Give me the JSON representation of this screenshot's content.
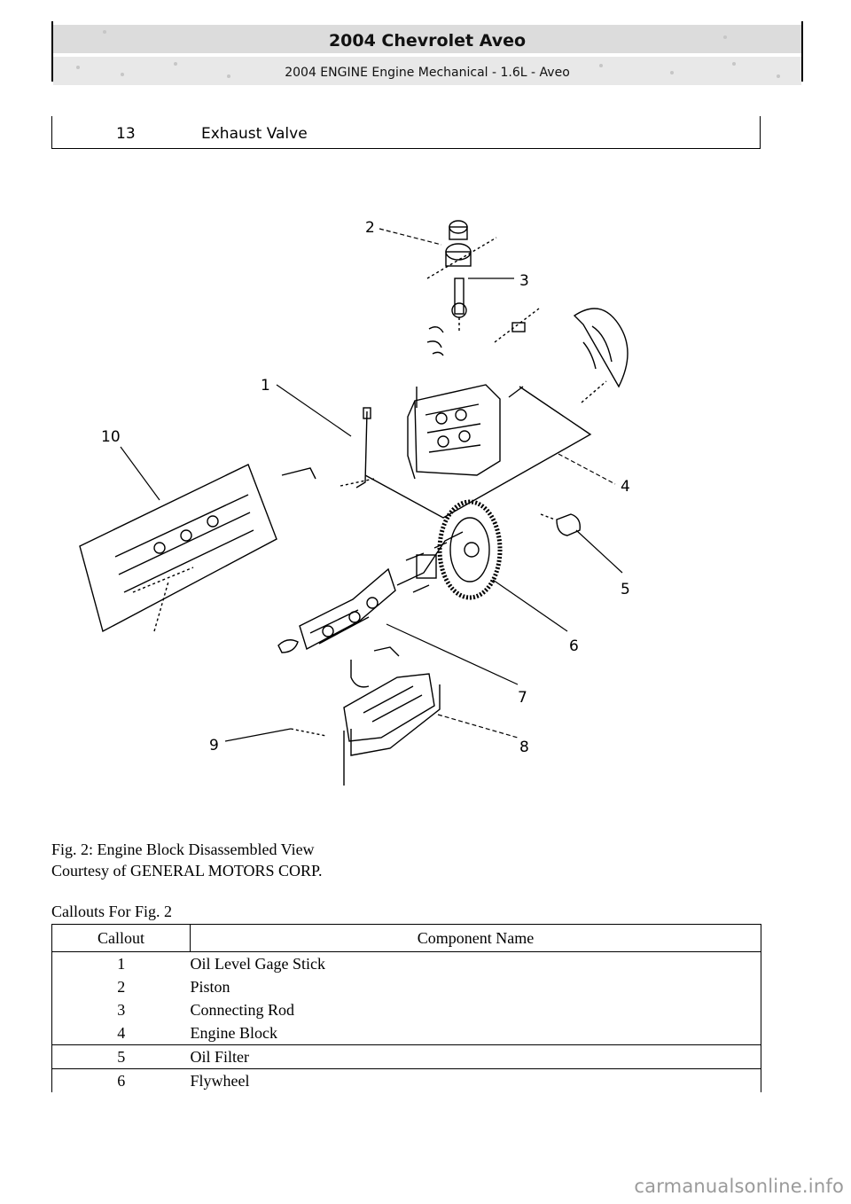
{
  "header": {
    "title": "2004 Chevrolet Aveo",
    "subtitle": "2004 ENGINE Engine Mechanical - 1.6L - Aveo"
  },
  "top_row": {
    "callout": "13",
    "name": "Exhaust Valve"
  },
  "figure": {
    "labels": [
      "1",
      "2",
      "3",
      "4",
      "5",
      "6",
      "7",
      "8",
      "9",
      "10"
    ]
  },
  "caption": {
    "line1": "Fig. 2: Engine Block Disassembled View",
    "line2": "Courtesy of GENERAL MOTORS CORP."
  },
  "callouts_title": "Callouts For Fig. 2",
  "table": {
    "headers": [
      "Callout",
      "Component Name"
    ],
    "rows": [
      {
        "callout": "1",
        "name": "Oil Level Gage Stick"
      },
      {
        "callout": "2",
        "name": "Piston"
      },
      {
        "callout": "3",
        "name": "Connecting Rod"
      },
      {
        "callout": "4",
        "name": "Engine Block"
      },
      {
        "callout": "5",
        "name": "Oil Filter"
      },
      {
        "callout": "6",
        "name": "Flywheel"
      }
    ]
  },
  "watermark": "carmanualsonline.info"
}
